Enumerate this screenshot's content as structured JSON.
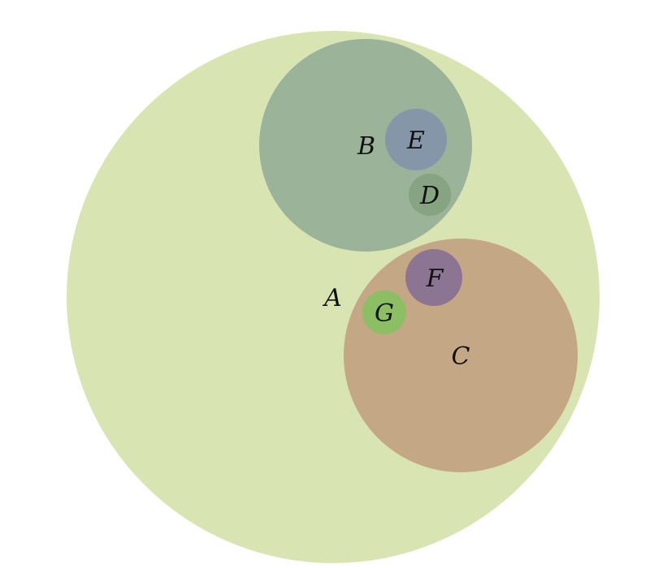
{
  "diagram": {
    "sets": [
      {
        "id": "A",
        "label": "A",
        "color": "#d9e4b3",
        "parent": null
      },
      {
        "id": "B",
        "label": "B",
        "color": "#9ab399",
        "parent": "A"
      },
      {
        "id": "C",
        "label": "C",
        "color": "#c4a784",
        "parent": "A"
      },
      {
        "id": "D",
        "label": "D",
        "color": "#86a482",
        "parent": "B"
      },
      {
        "id": "E",
        "label": "E",
        "color": "#8596a8",
        "parent": "B"
      },
      {
        "id": "F",
        "label": "F",
        "color": "#8b7592",
        "parent": "C"
      },
      {
        "id": "G",
        "label": "G",
        "color": "#8cbf64",
        "parent": "C"
      }
    ]
  }
}
